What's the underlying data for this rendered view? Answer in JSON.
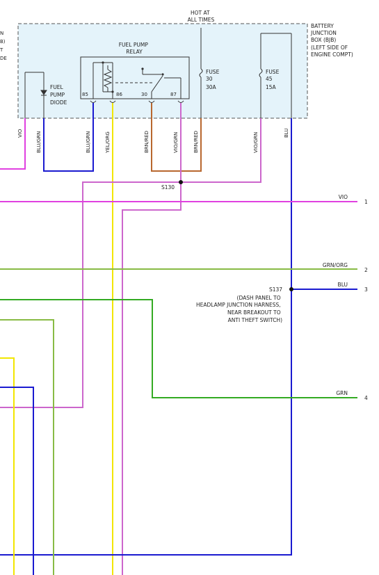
{
  "left_partial_text": [
    "N",
    "B)",
    "T",
    "DE"
  ],
  "hot_at_all_times": [
    "HOT AT",
    "ALL TIMES"
  ],
  "bjb_label": [
    "BATTERY",
    "JUNCTION",
    "BOX (BJB)",
    "(LEFT SIDE OF",
    "ENGINE COMPT)"
  ],
  "fuel_pump_relay": [
    "FUEL PUMP",
    "RELAY"
  ],
  "fuel_pump_diode": [
    "FUEL",
    "PUMP",
    "DIODE"
  ],
  "relay_pins": {
    "p85": "85",
    "p86": "86",
    "p30": "30",
    "p87": "87"
  },
  "fuse30": [
    "FUSE",
    "30",
    "30A"
  ],
  "fuse45": [
    "FUSE",
    "45",
    "15A"
  ],
  "wire_colors_vertical": {
    "vio": "VIO",
    "blu_grn_1": "BLU/GRN",
    "blu_grn_2": "BLU/GRN",
    "yel_org": "YEL/ORG",
    "brn_red_1": "BRN/RED",
    "vio_grn_1": "VIO/GRN",
    "brn_red_2": "BRN/RED",
    "vio_grn_2": "VIO/GRN",
    "blu": "BLU"
  },
  "splice_s130": "S130",
  "splice_s137": "S137",
  "s137_note": [
    "(DASH PANEL TO",
    "HEADLAMP JUNCTION HARNESS,",
    "NEAR BREAKOUT TO",
    "ANTI THEFT SWITCH)"
  ],
  "output_wires": [
    {
      "color_name": "VIO",
      "pin": "1"
    },
    {
      "color_name": "GRN/ORG",
      "pin": "2"
    },
    {
      "color_name": "BLU",
      "pin": "3"
    },
    {
      "color_name": "GRN",
      "pin": "4"
    }
  ],
  "colors": {
    "vio": "#e040e0",
    "vio_grn": "#cc66cc",
    "blu": "#1a1ad0",
    "grn": "#33aa22",
    "grn_org": "#88bb44",
    "yel": "#f2e600",
    "brn_red": "#b8672e",
    "box_fill": "#e4f3fa"
  }
}
